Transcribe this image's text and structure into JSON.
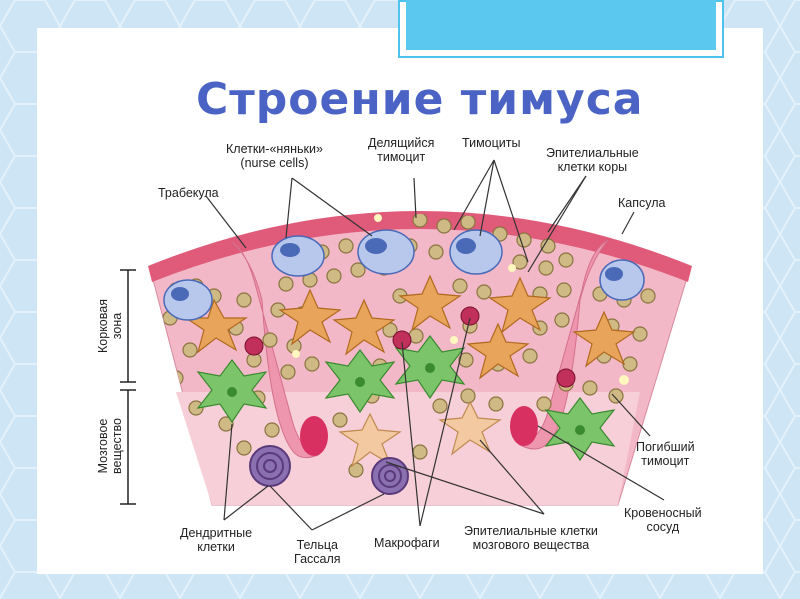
{
  "title": "Строение тимуса",
  "labels": {
    "nurse_cells": [
      "Клетки-«няньки»",
      "(nurse cells)"
    ],
    "dividing_thymocyte": [
      "Делящийся",
      "тимоцит"
    ],
    "thymocytes": [
      "Тимоциты"
    ],
    "cortex_epithelial": [
      "Эпителиальные",
      "клетки коры"
    ],
    "trabecula": [
      "Трабекула"
    ],
    "capsule": [
      "Капсула"
    ],
    "cortex_zone": [
      "Корковая",
      "зона"
    ],
    "medulla": [
      "Мозговое",
      "вещество"
    ],
    "dead_thymocyte": [
      "Погибший",
      "тимоцит"
    ],
    "blood_vessel": [
      "Кровеносный",
      "сосуд"
    ],
    "dendritic_cells": [
      "Дендритные",
      "клетки"
    ],
    "hassall_bodies": [
      "Тельца",
      "Гассаля"
    ],
    "macrophages": [
      "Макрофаги"
    ],
    "medulla_epithelial": [
      "Эпителиальные клетки",
      "мозгового вещества"
    ]
  },
  "colors": {
    "title": "#4a63c4",
    "capsule": "#e05a7a",
    "cortex": "#f3b8c8",
    "medulla": "#f7cfd9",
    "thymocyte": "#c9b27a",
    "epithelial_cortex": "#e8a45a",
    "epithelial_medulla": "#f2c9a0",
    "dendritic": "#7cc46a",
    "nurse": "#4a6ab8",
    "macrophage": "#c0305a",
    "hassall": "#5a3a7a"
  }
}
